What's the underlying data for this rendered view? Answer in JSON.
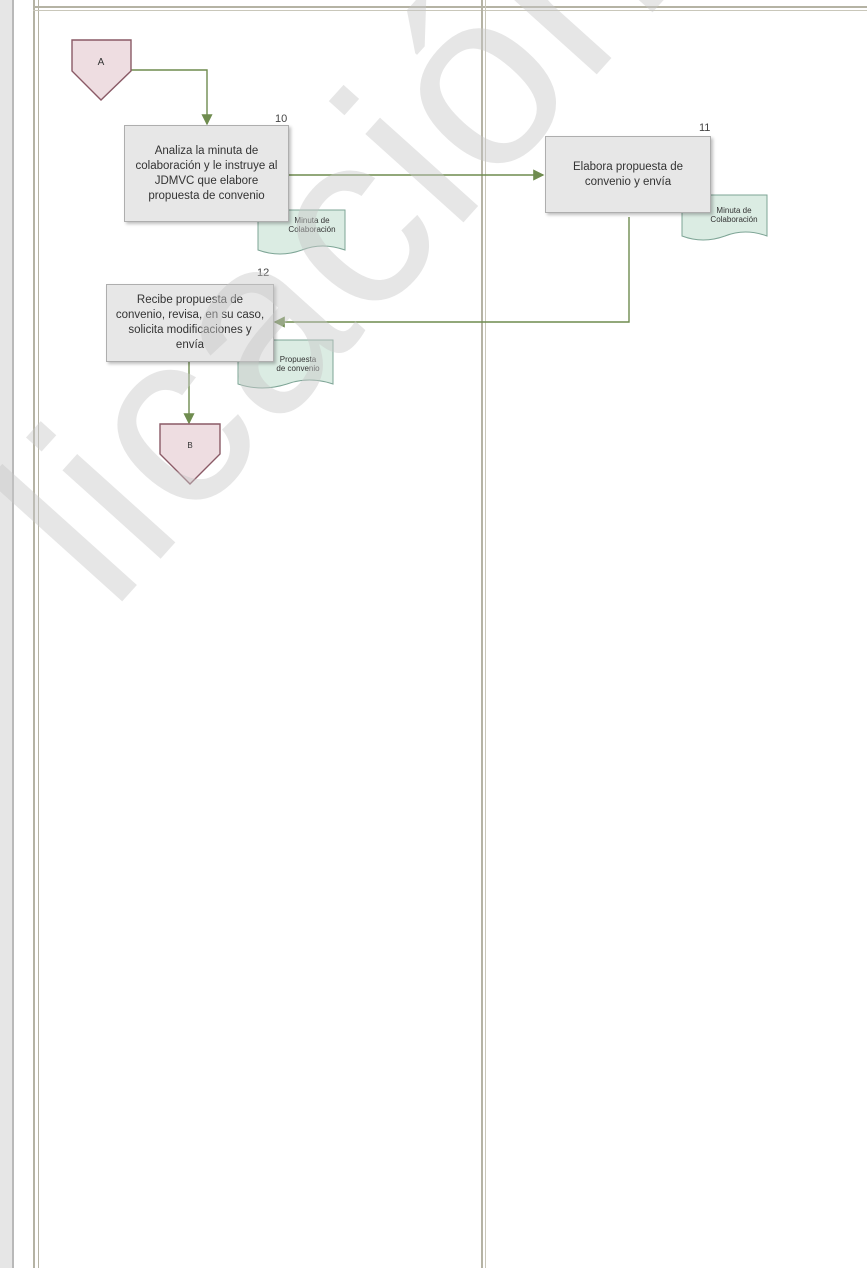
{
  "connectors": [
    {
      "id": "A",
      "label": "A"
    },
    {
      "id": "B",
      "label": "B"
    }
  ],
  "steps": [
    {
      "number": "10",
      "text": "Analiza la minuta de colaboración y le instruye al JDMVC que elabore propuesta de convenio"
    },
    {
      "number": "11",
      "text": "Elabora propuesta de convenio y envía"
    },
    {
      "number": "12",
      "text": "Recibe propuesta de convenio, revisa, en su caso, solicita modificaciones y envía"
    }
  ],
  "documents": [
    {
      "label": "Minuta de\nColaboración"
    },
    {
      "label": "Minuta de\nColaboración"
    },
    {
      "label": "Propuesta\nde convenio"
    }
  ],
  "watermark": "licación electró",
  "colors": {
    "connector_fill": "#eedde1",
    "connector_stroke": "#8a5a66",
    "arrow": "#6f8c4f",
    "document_fill": "#dbece3",
    "document_stroke": "#7ea596"
  }
}
